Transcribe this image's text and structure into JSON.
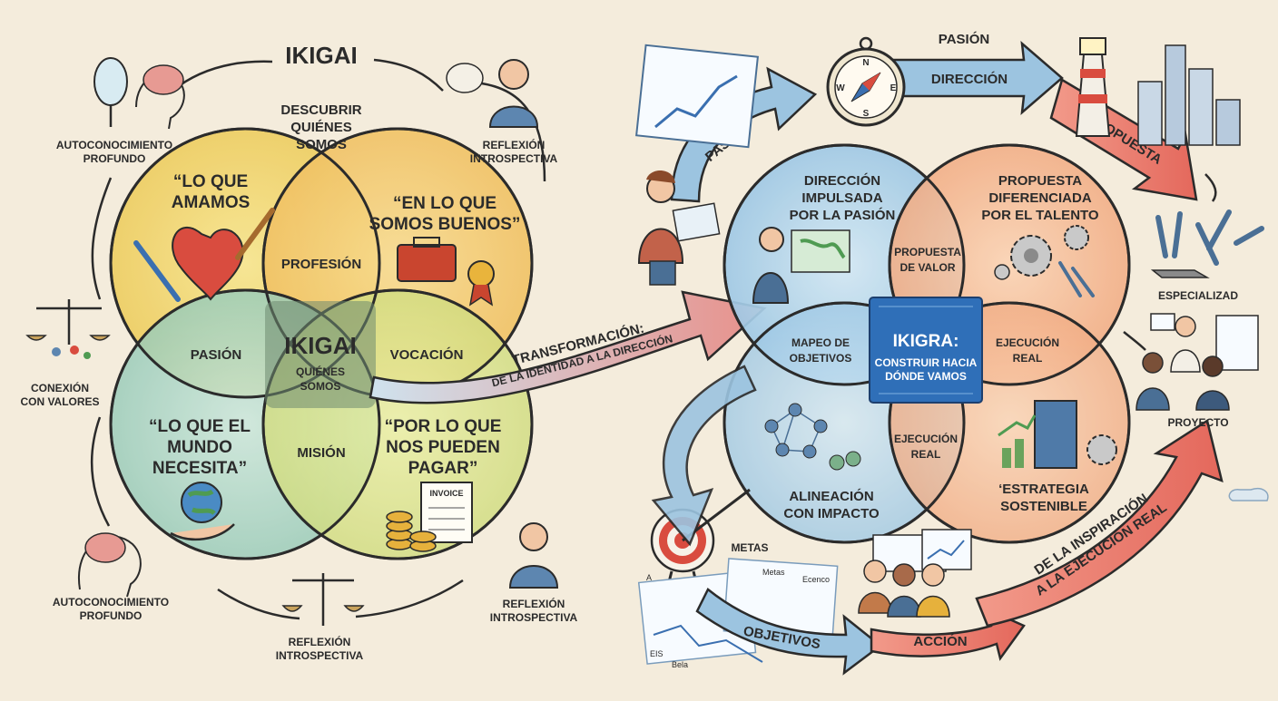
{
  "colors": {
    "background": "#f4ecdc",
    "love": "#f0d56a",
    "good": "#f2c66a",
    "needs": "#a8d4c4",
    "paid": "#d8e58a",
    "blue": "#a9cfe6",
    "orange": "#f4b48a",
    "arrow_red": "#e8786a",
    "arrow_blue": "#9cc4e0",
    "center_blue": "#2f6fb8"
  },
  "left": {
    "title": "IKIGAI",
    "top_caption": "DESCUBRIR\nQUIÉNES\nSOMOS",
    "love": "“LO QUE\nAMAMOS",
    "good": "“EN LO QUE\nSOMOS BUENOS”",
    "needs": "“LO QUE EL\nMUNDO\nNECESITA”",
    "paid": "“POR LO QUE\nNOS PUEDEN\nPAGAR”",
    "profesion": "PROFESIÓN",
    "pasion": "PASIÓN",
    "vocacion": "VOCACIÓN",
    "mision": "MISIÓN",
    "center_title": "IKIGAI",
    "center_sub": "QUIÉNES\nSOMOS",
    "invoice": "INVOICE",
    "autoconocimiento_top": "AUTOCONOCIMIENTO\nPROFUNDO",
    "reflexion_top": "REFLEXIÓN\nINTROSPECTIVA",
    "conexion": "CONEXIÓN\nCON VALORES",
    "autoconocimiento_bottom": "AUTOCONOCIMIENTO\nPROFUNDO",
    "reflexion_bottom_center": "REFLEXIÓN\nINTROSPECTIVA",
    "reflexion_bottom_right": "REFLEXIÓN\nINTROSPECTIVA"
  },
  "transform_arrow": {
    "line1": "TRANSFORMACIÓN:",
    "line2": "DE LA IDENTIDAD A LA DIRECCIÓN"
  },
  "right": {
    "top_pasion": "PASIÓN",
    "arrow_pasion": "PASIÓN",
    "arrow_direccion": "DIRECCIÓN",
    "arrow_propuesta": "PROPUESTA",
    "direccion_impulsada": "DIRECCIÓN\nIMPULSADA\nPOR LA PASIÓN",
    "propuesta_diferenciada": "PROPUESTA\nDIFERENCIADA\nPOR EL TALENTO",
    "propuesta_valor": "PROPUESTA\nDE VALOR",
    "mapeo": "MAPEO DE\nOBJETIVOS",
    "ejecucion_right": "EJECUCIÓN\nREAL",
    "ejecucion_bottom": "EJECUCIÓN\nREAL",
    "alineacion": "ALINEACIÓN\nCON IMPACTO",
    "estrategia": "‘ESTRATEGIA\nSOSTENIBLE",
    "center_title": "IKIGRA:",
    "center_sub": "CONSTRUIR HACIA\nDÓNDE VAMOS",
    "especializad": "ESPECIALIZAD",
    "proyecto": "PROYECTO",
    "metas": "METAS",
    "arrow_objetivos": "OBJETIVOS",
    "arrow_accion": "ACCIÓN",
    "big_arrow_line1": "DE LA INSPIRACIÓN",
    "big_arrow_line2": "A LA EJECUCIÓN REAL",
    "compass_n": "N",
    "compass_e": "E",
    "compass_s": "S",
    "compass_w": "W",
    "doc_label_1": "Metas",
    "doc_label_2": "Ecenco",
    "doc_label_3": "Bela",
    "doc_label_4": "EIS",
    "doc_label_5": "A"
  }
}
